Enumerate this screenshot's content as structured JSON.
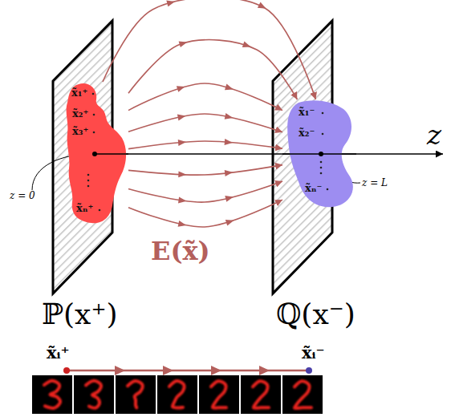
{
  "diagram": {
    "nodes": [
      {
        "text": [
          "x̃₁⁺",
          "x̃₂⁺",
          "x̃₃⁺",
          "x̃ₙ⁺"
        ]
      },
      {
        "text": [
          "x̃₁⁻",
          "x̃₂⁻",
          "x̃ₙ⁻"
        ]
      }
    ],
    "edges": [
      {
        "from": 0,
        "to": 1,
        "arrow": "to"
      },
      {
        "from": 0,
        "to": 1,
        "arrow": "to"
      },
      {
        "from": 0,
        "to": 1,
        "arrow": "to"
      },
      {
        "from": 0,
        "to": 1,
        "arrow": "to"
      },
      {
        "from": 0,
        "to": 1,
        "arrow": "to"
      },
      {
        "from": 0,
        "to": 1,
        "arrow": "to"
      },
      {
        "from": 0,
        "to": 1,
        "arrow": "to"
      },
      {
        "from": 0,
        "to": 1,
        "arrow": "to"
      }
    ],
    "labels": [
      "z = 0",
      "z",
      "z = L",
      "E(x̃)",
      "ℙ(x⁺)",
      "ℚ(x⁻)",
      "x̃ᵢ⁺",
      "x̃ᵢ⁻"
    ]
  }
}
